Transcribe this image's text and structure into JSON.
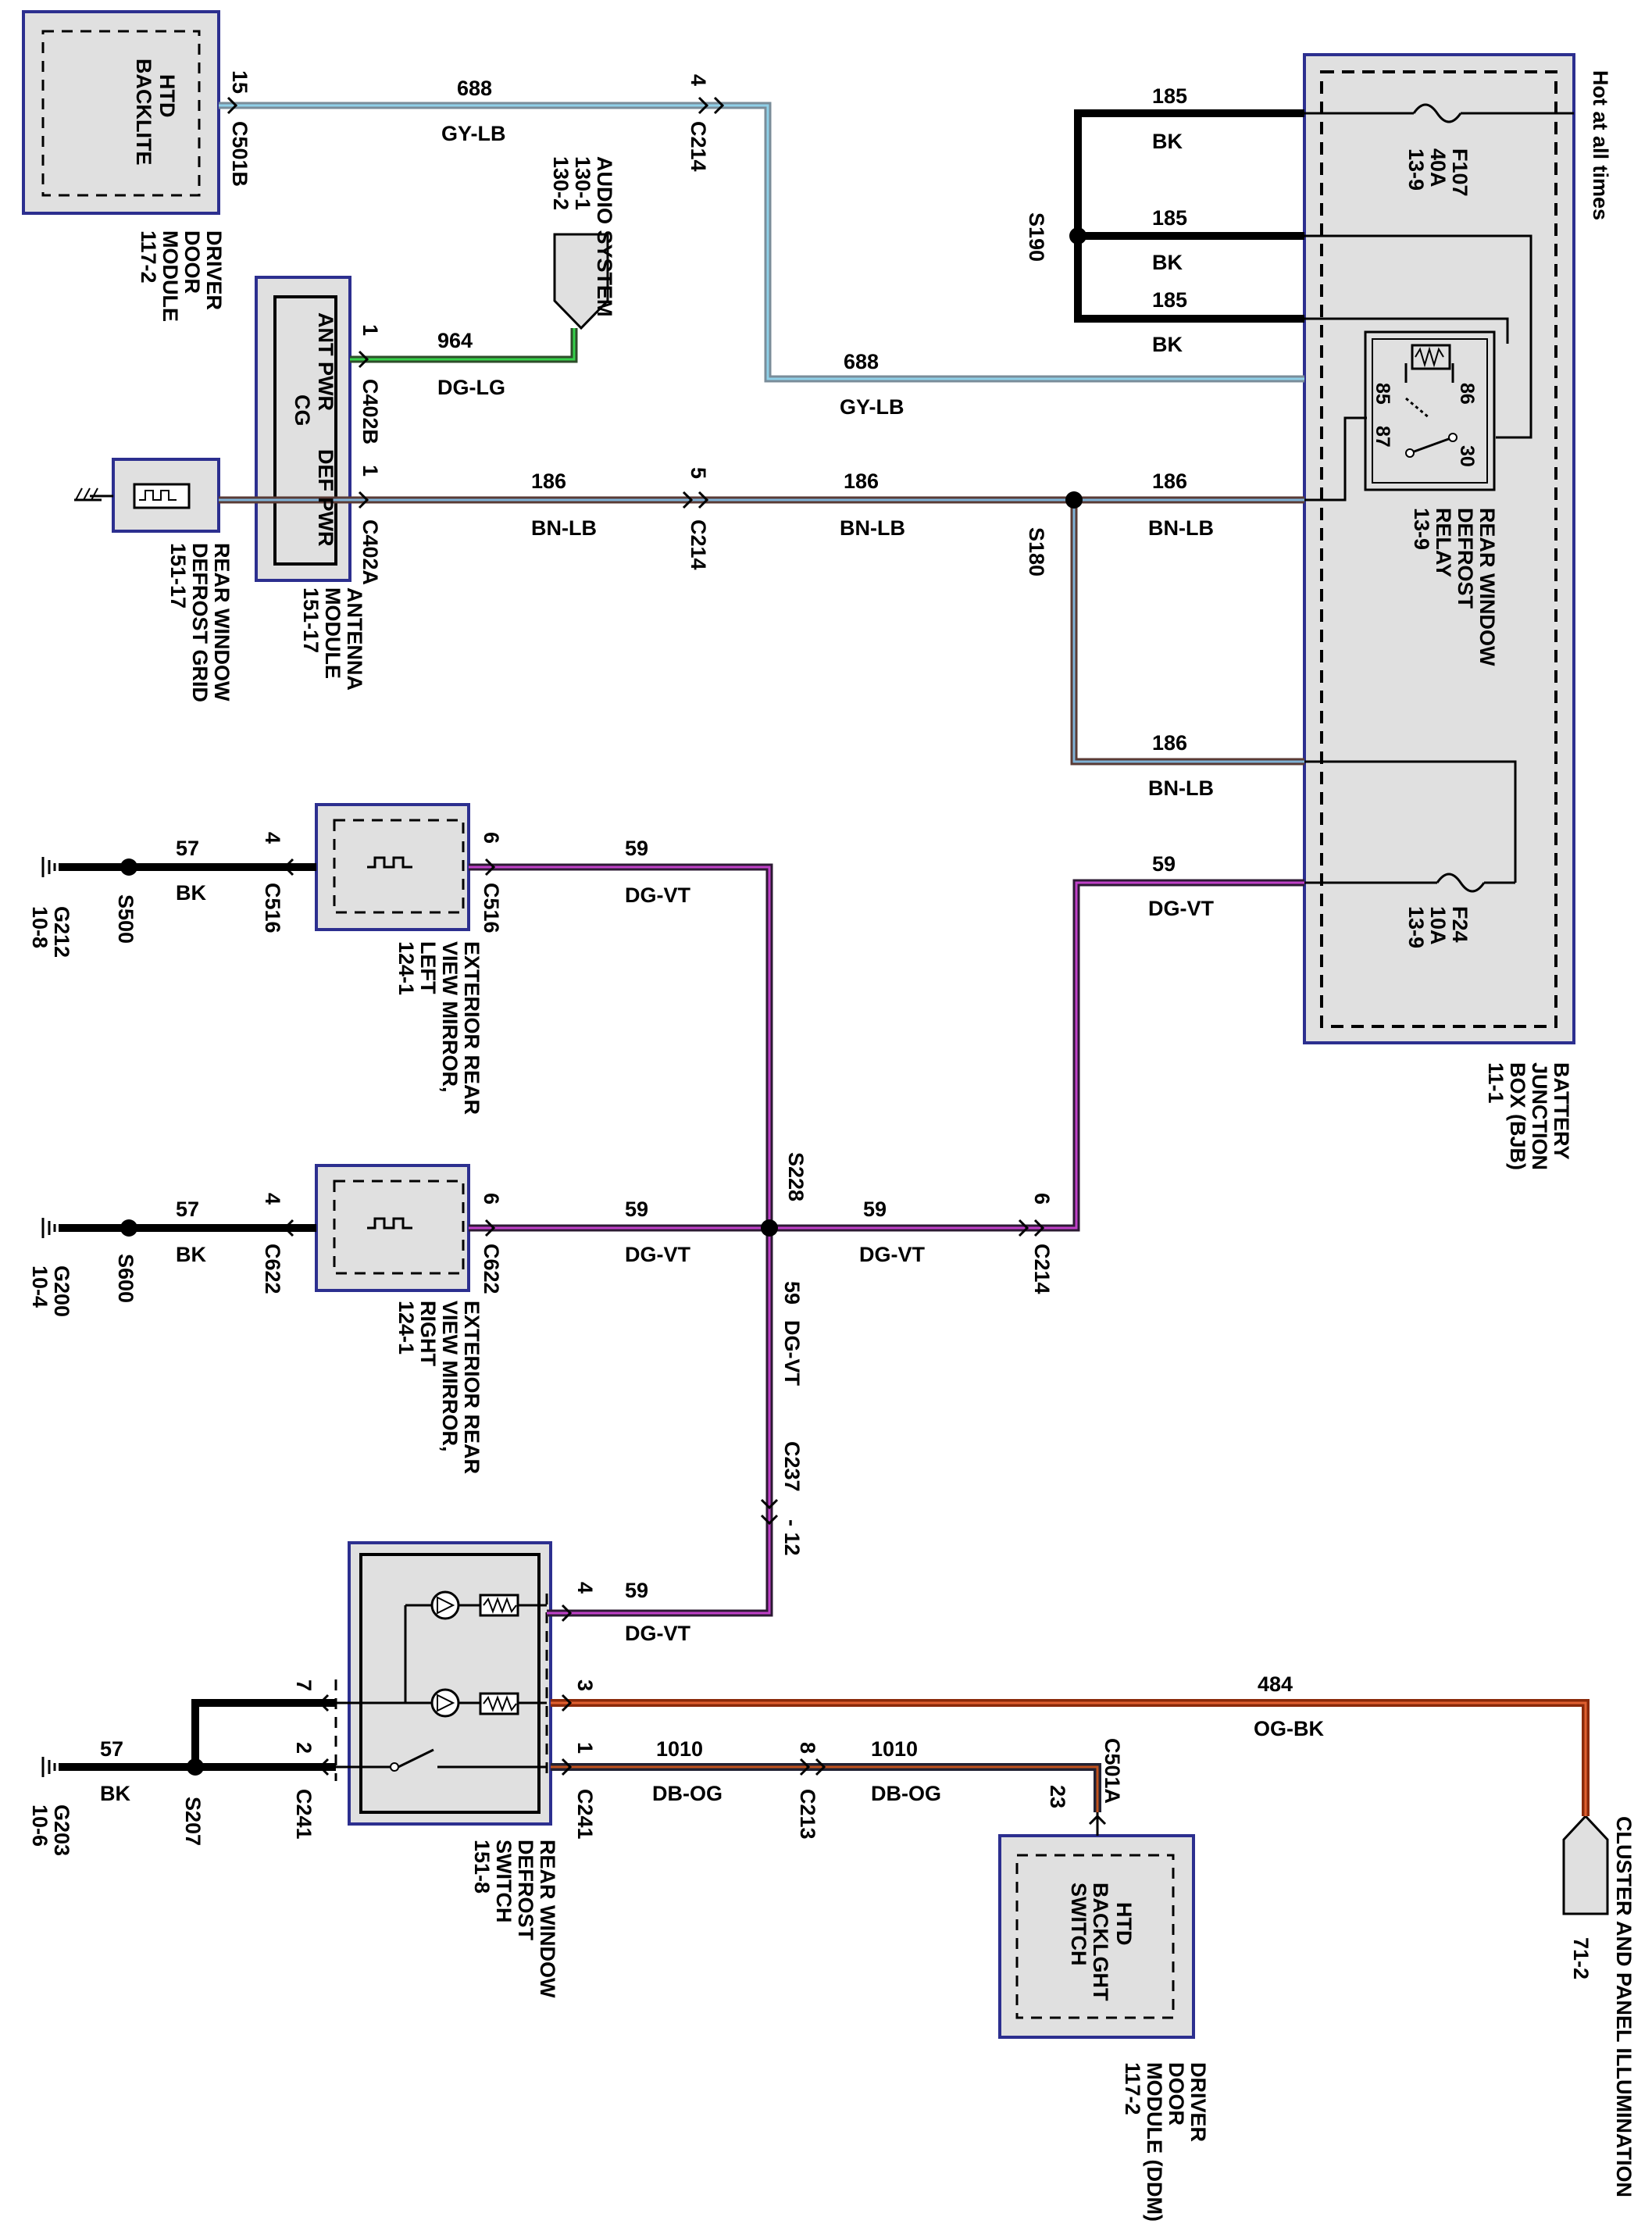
{
  "colors": {
    "gy_lb_main": "#7a8c99",
    "gy_lb_stripe": "#8fd0e8",
    "bn_lb_main": "#5a3b35",
    "bn_lb_stripe": "#7fb2d6",
    "dg_lg_main": "#2e4d2a",
    "dg_lg_stripe": "#35d14a",
    "dg_vt_main": "#2c1a33",
    "dg_vt_stripe": "#c040c8",
    "db_og_main": "#222233",
    "db_og_stripe": "#c0521e",
    "og_bk_main": "#8a2a0a",
    "og_bk_stripe": "#e06030",
    "bk": "#000000",
    "module_fill": "#e0e0e0",
    "module_border": "#2c2f8f"
  },
  "texts": {
    "hot_at_all_times": "Hot at all times",
    "bjb_l1": "BATTERY",
    "bjb_l2": "JUNCTION",
    "bjb_l3": "BOX (BJB)",
    "bjb_l4": "11-1",
    "f107_l1": "F107",
    "f107_l2": "40A",
    "f107_l3": "13-9",
    "f24_l1": "F24",
    "f24_l2": "10A",
    "f24_l3": "13-9",
    "relay_l1": "REAR WINDOW",
    "relay_l2": "DEFROST",
    "relay_l3": "RELAY",
    "relay_l4": "13-9",
    "pin85": "85",
    "pin86": "86",
    "pin87": "87",
    "pin30": "30",
    "htd_backlite_l1": "HTD",
    "htd_backlite_l2": "BACKLITE",
    "ddm_top_l1": "DRIVER",
    "ddm_top_l2": "DOOR",
    "ddm_top_l3": "MODULE",
    "ddm_top_l4": "117-2",
    "audio_l1": "AUDIO SYSTEM",
    "audio_l2": "130-1",
    "audio_l3": "130-2",
    "antenna_pin_l1": "ANT PWR",
    "antenna_pin_l2": "CG",
    "antenna_pin_l3": "DEF PWR",
    "antenna_l1": "ANTENNA",
    "antenna_l2": "MODULE",
    "antenna_l3": "151-17",
    "rwdg_l1": "REAR WINDOW",
    "rwdg_l2": "DEFROST GRID",
    "rwdg_l3": "151-17",
    "mirror_left_l1": "EXTERIOR REAR",
    "mirror_left_l2": "VIEW MIRROR,",
    "mirror_left_l3": "LEFT",
    "mirror_left_l4": "124-1",
    "mirror_right_l1": "EXTERIOR REAR",
    "mirror_right_l2": "VIEW MIRROR,",
    "mirror_right_l3": "RIGHT",
    "mirror_right_l4": "124-1",
    "switch_l1": "REAR WINDOW",
    "switch_l2": "DEFROST",
    "switch_l3": "SWITCH",
    "switch_l4": "151-8",
    "htd_switch_l1": "HTD",
    "htd_switch_l2": "BACKLGHT",
    "htd_switch_l3": "SWITCH",
    "ddm_bot_l1": "DRIVER",
    "ddm_bot_l2": "DOOR",
    "ddm_bot_l3": "MODULE (DDM)",
    "ddm_bot_l4": "117-2",
    "cluster_l1": "CLUSTER AND PANEL ILLUMINATION",
    "cluster_l2": "71-2",
    "g212": "G212",
    "g212_ref": "10-8",
    "g200": "G200",
    "g200_ref": "10-4",
    "g203": "G203",
    "g203_ref": "10-6",
    "s500": "S500",
    "s600": "S600",
    "s207": "S207",
    "s190": "S190",
    "s180": "S180",
    "s228": "S228",
    "c501b": "C501B",
    "c214": "C214",
    "c402b": "C402B",
    "c402a": "C402A",
    "c516": "C516",
    "c622": "C622",
    "c241": "C241",
    "c213": "C213",
    "c501a": "C501A",
    "c237": "C237",
    "c237_pin": "- 12",
    "pin1": "1",
    "pin2": "2",
    "pin3": "3",
    "pin4": "4",
    "pin5": "5",
    "pin6": "6",
    "pin7": "7",
    "pin8": "8",
    "pin15": "15",
    "pin23": "23",
    "w688": "688",
    "gy_lb": "GY-LB",
    "w185": "185",
    "bk": "BK",
    "w964": "964",
    "dg_lg": "DG-LG",
    "w186": "186",
    "bn_lb": "BN-LB",
    "w59": "59",
    "dg_vt": "DG-VT",
    "w57": "57",
    "w484": "484",
    "og_bk": "OG-BK",
    "w1010": "1010",
    "db_og": "DB-OG"
  }
}
